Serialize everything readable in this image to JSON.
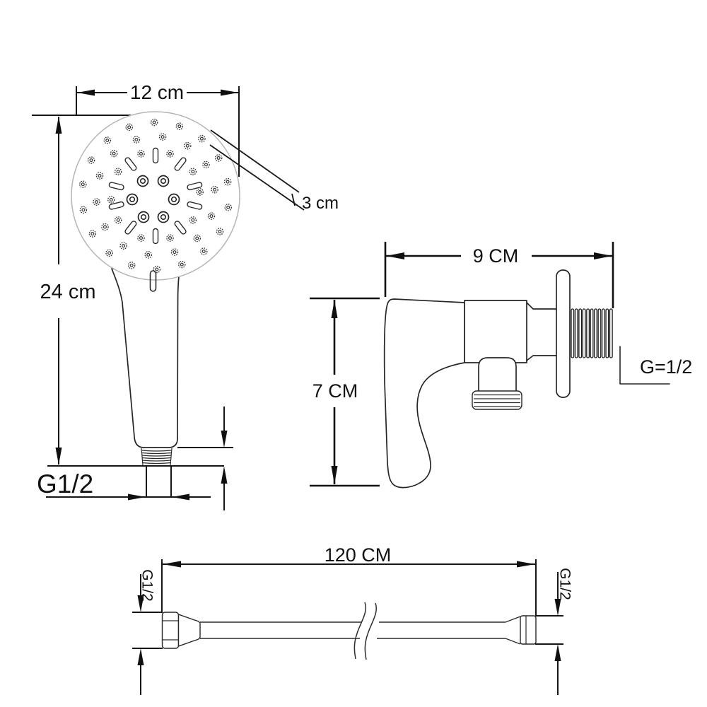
{
  "diagram": {
    "title": "shower-set-dimension-diagram",
    "background_color": "#ffffff",
    "line_color": "#161616",
    "face_ring_color": "#b5b5b5",
    "head": {
      "width_label": "12 cm",
      "height_label": "24 cm",
      "thickness_label": "3 cm",
      "thread_label": "G1/2"
    },
    "valve": {
      "width_label": "9 CM",
      "height_label": "7 CM",
      "thread_label": "G=1/2"
    },
    "hose": {
      "length_label": "120 CM",
      "left_thread_label": "G1/2",
      "right_thread_label": "G1/2"
    }
  }
}
